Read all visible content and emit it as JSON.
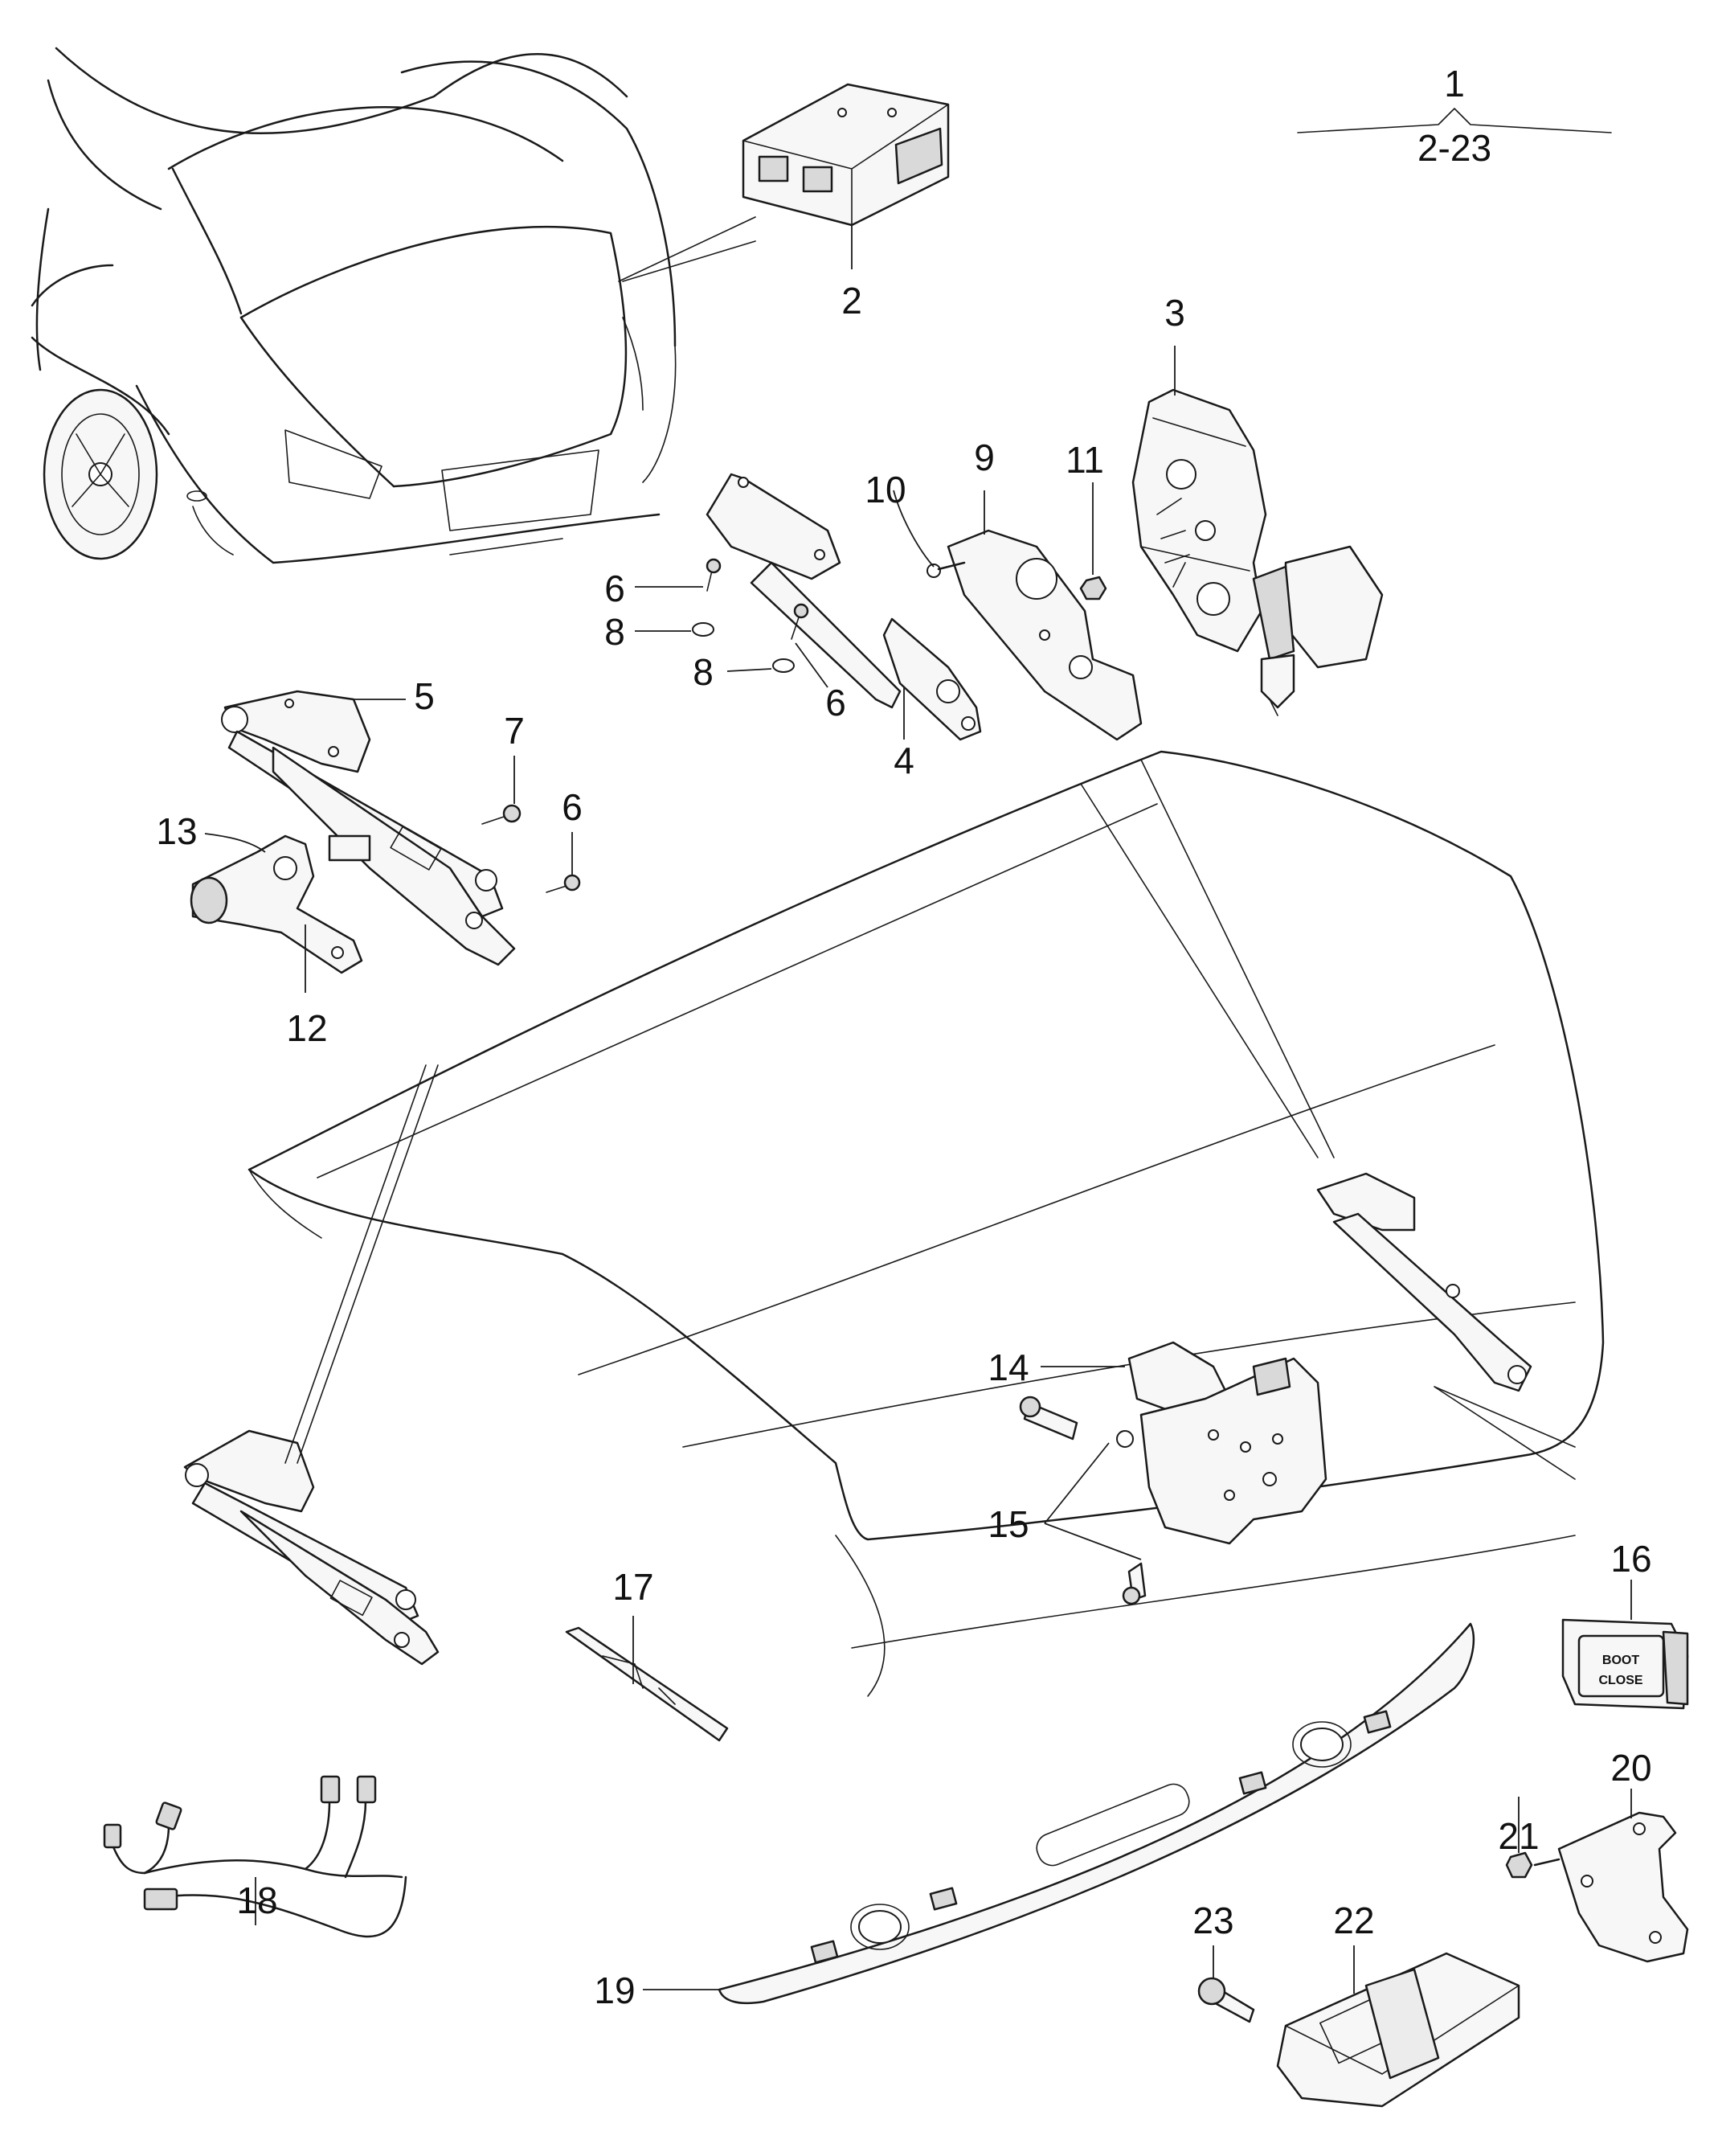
{
  "callouts": {
    "c1": "1",
    "c1_range": "2-23",
    "c2": "2",
    "c3": "3",
    "c4": "4",
    "c5": "5",
    "c6a": "6",
    "c6b": "6",
    "c6c": "6",
    "c7": "7",
    "c8a": "8",
    "c8b": "8",
    "c9": "9",
    "c10": "10",
    "c11": "11",
    "c12": "12",
    "c13": "13",
    "c14": "14",
    "c15": "15",
    "c16": "16",
    "c17": "17",
    "c18": "18",
    "c19": "19",
    "c20": "20",
    "c21": "21",
    "c22": "22",
    "c23": "23"
  },
  "switch_label": {
    "line1": "BOOT",
    "line2": "CLOSE"
  }
}
